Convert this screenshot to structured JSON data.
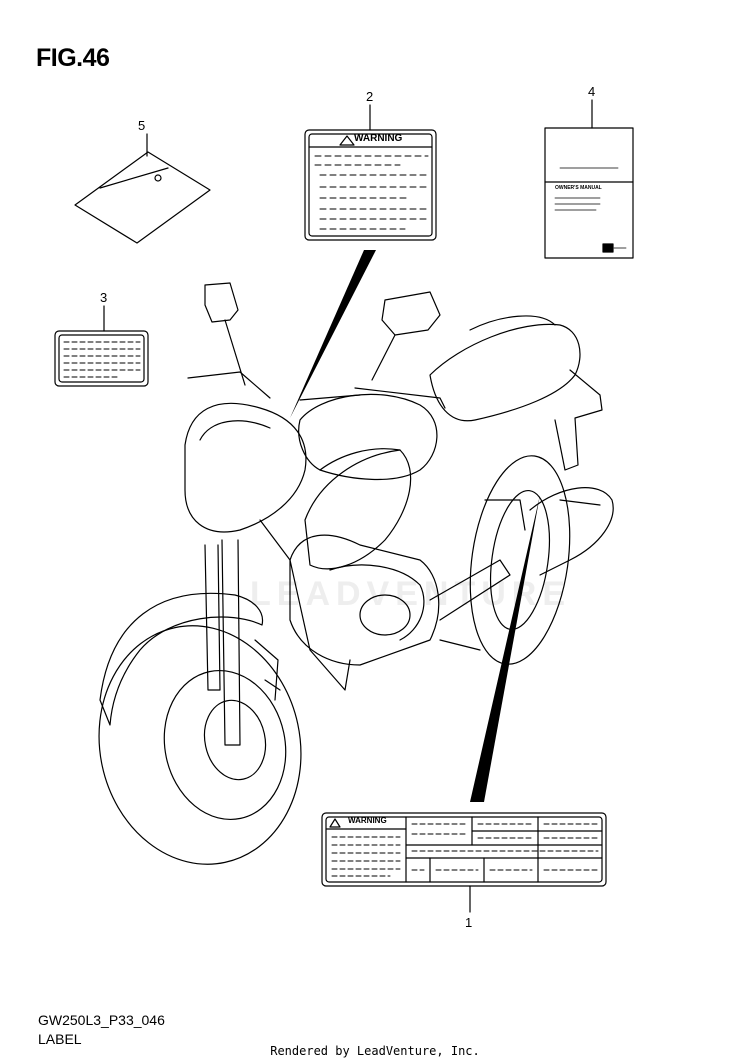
{
  "figure": {
    "title": "FIG.46",
    "model_code": "GW250L3_P33_046",
    "section_name": "LABEL",
    "footer": "Rendered by LeadVenture, Inc.",
    "watermark": "LEADVENTURE"
  },
  "callouts": [
    {
      "number": "1"
    },
    {
      "number": "2"
    },
    {
      "number": "3"
    },
    {
      "number": "4"
    },
    {
      "number": "5"
    }
  ],
  "labels": {
    "warning_small": "WARNING",
    "warning_large": "WARNING",
    "owners_manual": "OWNER'S MANUAL"
  },
  "colors": {
    "line": "#000000",
    "background": "#ffffff",
    "watermark": "#eeeeee"
  }
}
